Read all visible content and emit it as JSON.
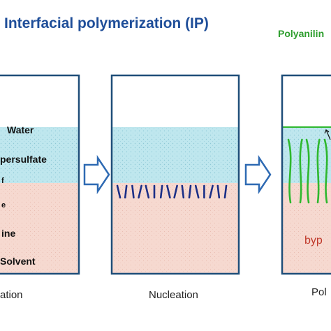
{
  "title": "Interfacial polymerization (IP)",
  "legend": {
    "polyaniline_label": "Polyanilin"
  },
  "panel1": {
    "labels": [
      "Water",
      "persulfate",
      "f",
      "e",
      "ine",
      "Solvent"
    ],
    "caption": "ation"
  },
  "panel2": {
    "caption": "Nucleation"
  },
  "panel3": {
    "byproduct_label": "byp",
    "caption": "Pol"
  },
  "colors": {
    "title": "#1f4e99",
    "aqueous": "#bfe7ee",
    "organic": "#f6d9d0",
    "nucleation_rods": "#1b2f87",
    "polyaniline": "#2eb82e",
    "panel_border": "#1f4e79",
    "arrow": "#2e6ab3",
    "byproduct_text": "#c0392b"
  },
  "icons": [
    "right-arrow-icon",
    "right-arrow-icon"
  ]
}
